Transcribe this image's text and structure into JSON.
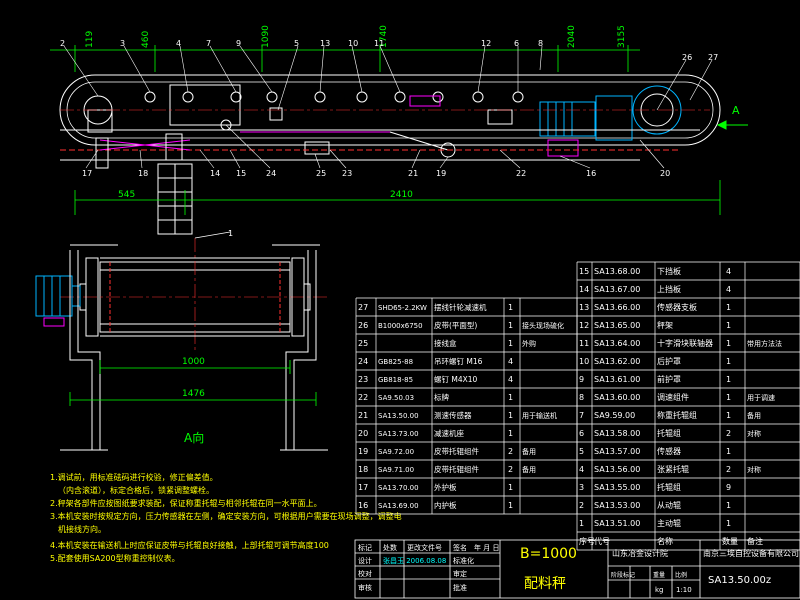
{
  "colors": {
    "background": "#000000",
    "outline": "#ffffff",
    "dimension": "#00ff00",
    "callout": "#ffffff",
    "hidden": "#ff3030",
    "centerline": "#ff3030",
    "motor": "#00b4ff",
    "note": "#ffff00",
    "table_text": "#ffffff",
    "title_accent": "#ffff00",
    "frame": "#ff00ff",
    "cyan": "#00ffff"
  },
  "top_view": {
    "dims_top": [
      "119",
      "460",
      "1090",
      "1740",
      "2040",
      "3155"
    ],
    "callouts_top": [
      "2",
      "3",
      "4",
      "7",
      "9",
      "5",
      "13",
      "10",
      "11",
      "12",
      "6",
      "8",
      "26",
      "27"
    ],
    "callouts_bottom": [
      "17",
      "18",
      "14",
      "15",
      "24",
      "25",
      "23",
      "21",
      "19",
      "22",
      "16",
      "20"
    ],
    "dim_left": "545",
    "dim_total": "2410",
    "arrow_label": "A"
  },
  "section_view": {
    "callout": "1",
    "dim_inner": "1000",
    "dim_outer": "1476",
    "title": "A向"
  },
  "notes": [
    "1.调试前，用标准砝码进行校验，修正偏差值。",
    "（内含滚道），标定合格后，锁紧调整螺栓。",
    "2.秤架各部件应按图纸要求装配，保证称重托辊与相邻托辊在同一水平面上。",
    "3.本机安装时按规定方向，压力传感器在左侧，确定安装方向，可根据用户需要在现场调整，调整电",
    "  机接线方向。",
    "4.本机安装在输送机上时应保证皮带与托辊良好接触，上部托辊可调节高度100",
    "5.配套使用SA200型称重控制仪表。"
  ],
  "table_left": [
    [
      "27",
      "SHD65-2.2KW",
      "摆线针轮减速机",
      "1",
      ""
    ],
    [
      "26",
      "B1000x6750",
      "皮带(平面型)",
      "1",
      "接头现场硫化"
    ],
    [
      "25",
      "",
      "接线盒",
      "1",
      "外购"
    ],
    [
      "24",
      "GB825-88",
      "吊环螺钉 M16",
      "4",
      ""
    ],
    [
      "23",
      "GB818-85",
      "螺钉 M4X10",
      "4",
      ""
    ],
    [
      "22",
      "SA9.50.03",
      "标牌",
      "1",
      ""
    ],
    [
      "21",
      "SA13.50.00",
      "测速传感器",
      "1",
      "用于输送机"
    ],
    [
      "20",
      "SA13.73.00",
      "减速机座",
      "1",
      ""
    ],
    [
      "19",
      "SA9.72.00",
      "皮带托辊组件",
      "2",
      "备用"
    ],
    [
      "18",
      "SA9.71.00",
      "皮带托辊组件",
      "2",
      "备用"
    ],
    [
      "17",
      "SA13.70.00",
      "外护板",
      "1",
      ""
    ],
    [
      "16",
      "SA13.69.00",
      "内护板",
      "1",
      ""
    ]
  ],
  "table_right": [
    [
      "15",
      "SA13.68.00",
      "下挡板",
      "4",
      ""
    ],
    [
      "14",
      "SA13.67.00",
      "上挡板",
      "4",
      ""
    ],
    [
      "13",
      "SA13.66.00",
      "传感器支板",
      "1",
      ""
    ],
    [
      "12",
      "SA13.65.00",
      "秤架",
      "1",
      ""
    ],
    [
      "11",
      "SA13.64.00",
      "十字滑块联轴器",
      "1",
      "带用方法法"
    ],
    [
      "10",
      "SA13.62.00",
      "后护罩",
      "1",
      ""
    ],
    [
      "9",
      "SA13.61.00",
      "前护罩",
      "1",
      ""
    ],
    [
      "8",
      "SA13.60.00",
      "调速组件",
      "1",
      "用于调速"
    ],
    [
      "7",
      "SA9.59.00",
      "称重托辊组",
      "1",
      "备用"
    ],
    [
      "6",
      "SA13.58.00",
      "托辊组",
      "2",
      "对称"
    ],
    [
      "5",
      "SA13.57.00",
      "传感器",
      "1",
      ""
    ],
    [
      "4",
      "SA13.56.00",
      "张紧托辊",
      "2",
      "对称"
    ],
    [
      "3",
      "SA13.55.00",
      "托辊组",
      "9",
      ""
    ],
    [
      "2",
      "SA13.53.00",
      "从动辊",
      "1",
      ""
    ],
    [
      "1",
      "SA13.51.00",
      "主动辊",
      "1",
      ""
    ]
  ],
  "table_header": [
    "序号",
    "代号",
    "名称",
    "数量",
    "备注"
  ],
  "title_block": {
    "designer_row": [
      "标记",
      "处数",
      "更改文件号",
      "签名",
      "年 月 日"
    ],
    "design_row": [
      "设计",
      "张昌玉 2006.08.08",
      "标准化"
    ],
    "check_row": [
      "校对",
      "",
      "审定"
    ],
    "review_row": [
      "审核",
      "",
      "批准"
    ],
    "spec": "B=1000",
    "name": "配料秤",
    "company": "山东冶金设计院",
    "manufacturer": "南京三埃自控设备有限公司",
    "stage_labels": [
      "阶段标记",
      "重量",
      "比例"
    ],
    "weight_unit": "kg",
    "scale": "1:10",
    "drawing_no": "SA13.50.00z"
  }
}
